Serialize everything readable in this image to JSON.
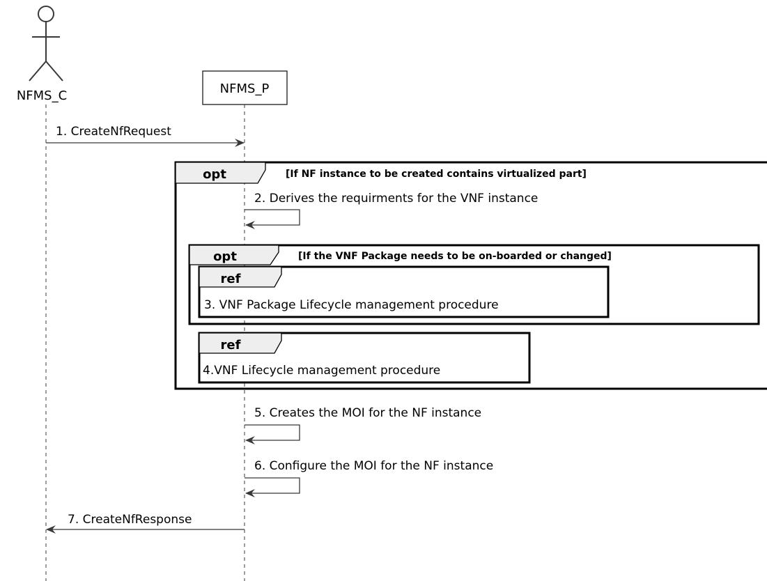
{
  "participants": {
    "client": "NFMS_C",
    "producer": "NFMS_P"
  },
  "messages": [
    "1. CreateNfRequest",
    "2. Derives the requirments for the VNF instance",
    "5. Creates the MOI for the NF instance",
    "6. Configure the MOI for the NF instance",
    "7. CreateNfResponse"
  ],
  "fragments": [
    {
      "keyword": "opt",
      "guard": "[If NF instance to be created contains virtualized part]"
    },
    {
      "keyword": "opt",
      "guard": "[If the VNF Package needs to be on-boarded or changed]"
    },
    {
      "keyword": "ref",
      "text": "3. VNF Package Lifecycle management procedure"
    },
    {
      "keyword": "ref",
      "text": "4.VNF Lifecycle management procedure"
    }
  ]
}
